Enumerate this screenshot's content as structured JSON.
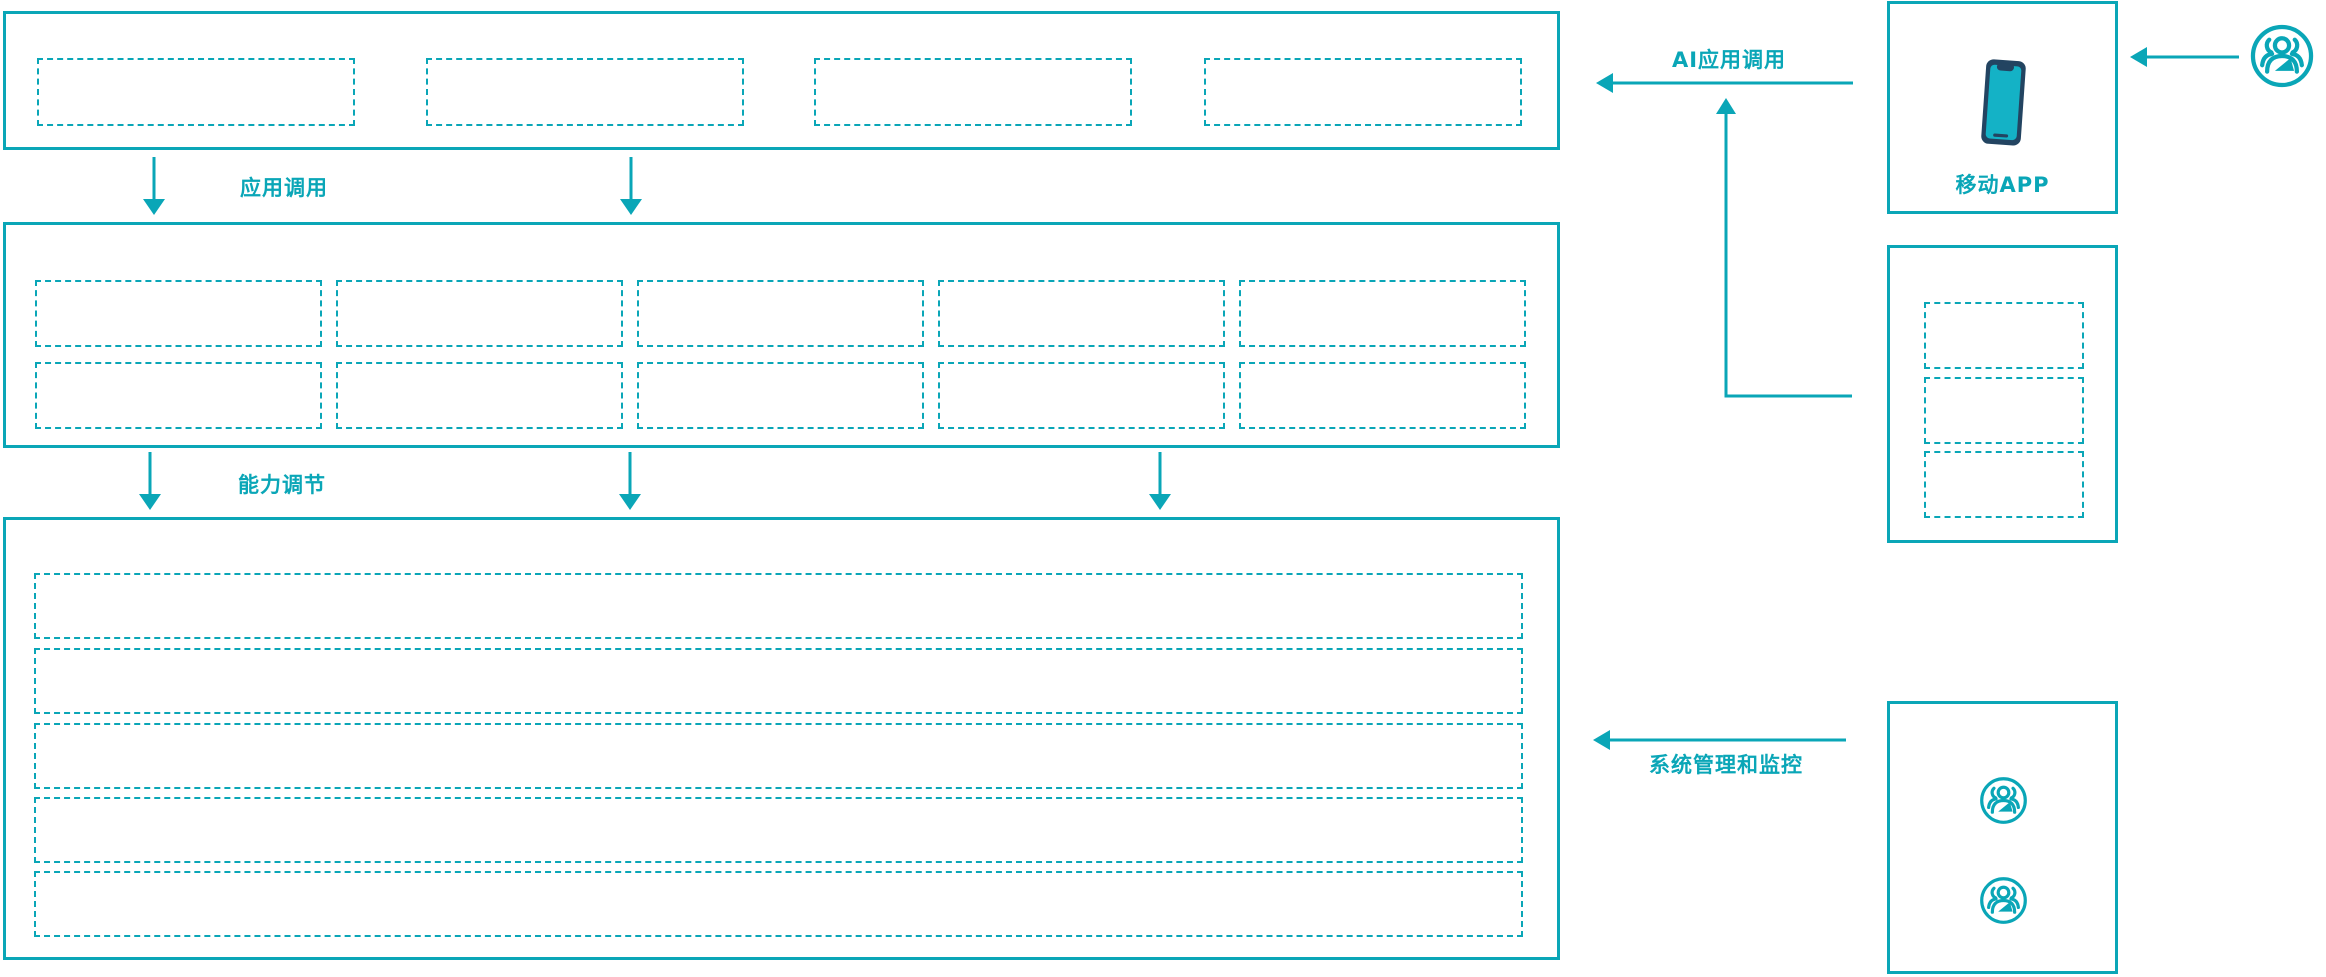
{
  "colors": {
    "accent": "#0aa6b7",
    "phone_body": "#234461",
    "phone_screen": "#14b2c6"
  },
  "labels": {
    "app_call": "应用调用",
    "capability": "能力调节",
    "ai_app_call": "AI应用调用",
    "system_monitor": "系统管理和监控",
    "mobile_app": "移动APP"
  },
  "structure": {
    "top_layer_placeholders": 4,
    "middle_layer_rows": 2,
    "middle_layer_cols": 5,
    "bottom_layer_rows": 5,
    "right_middle_placeholders": 3,
    "monitor_user_icons": 2
  }
}
